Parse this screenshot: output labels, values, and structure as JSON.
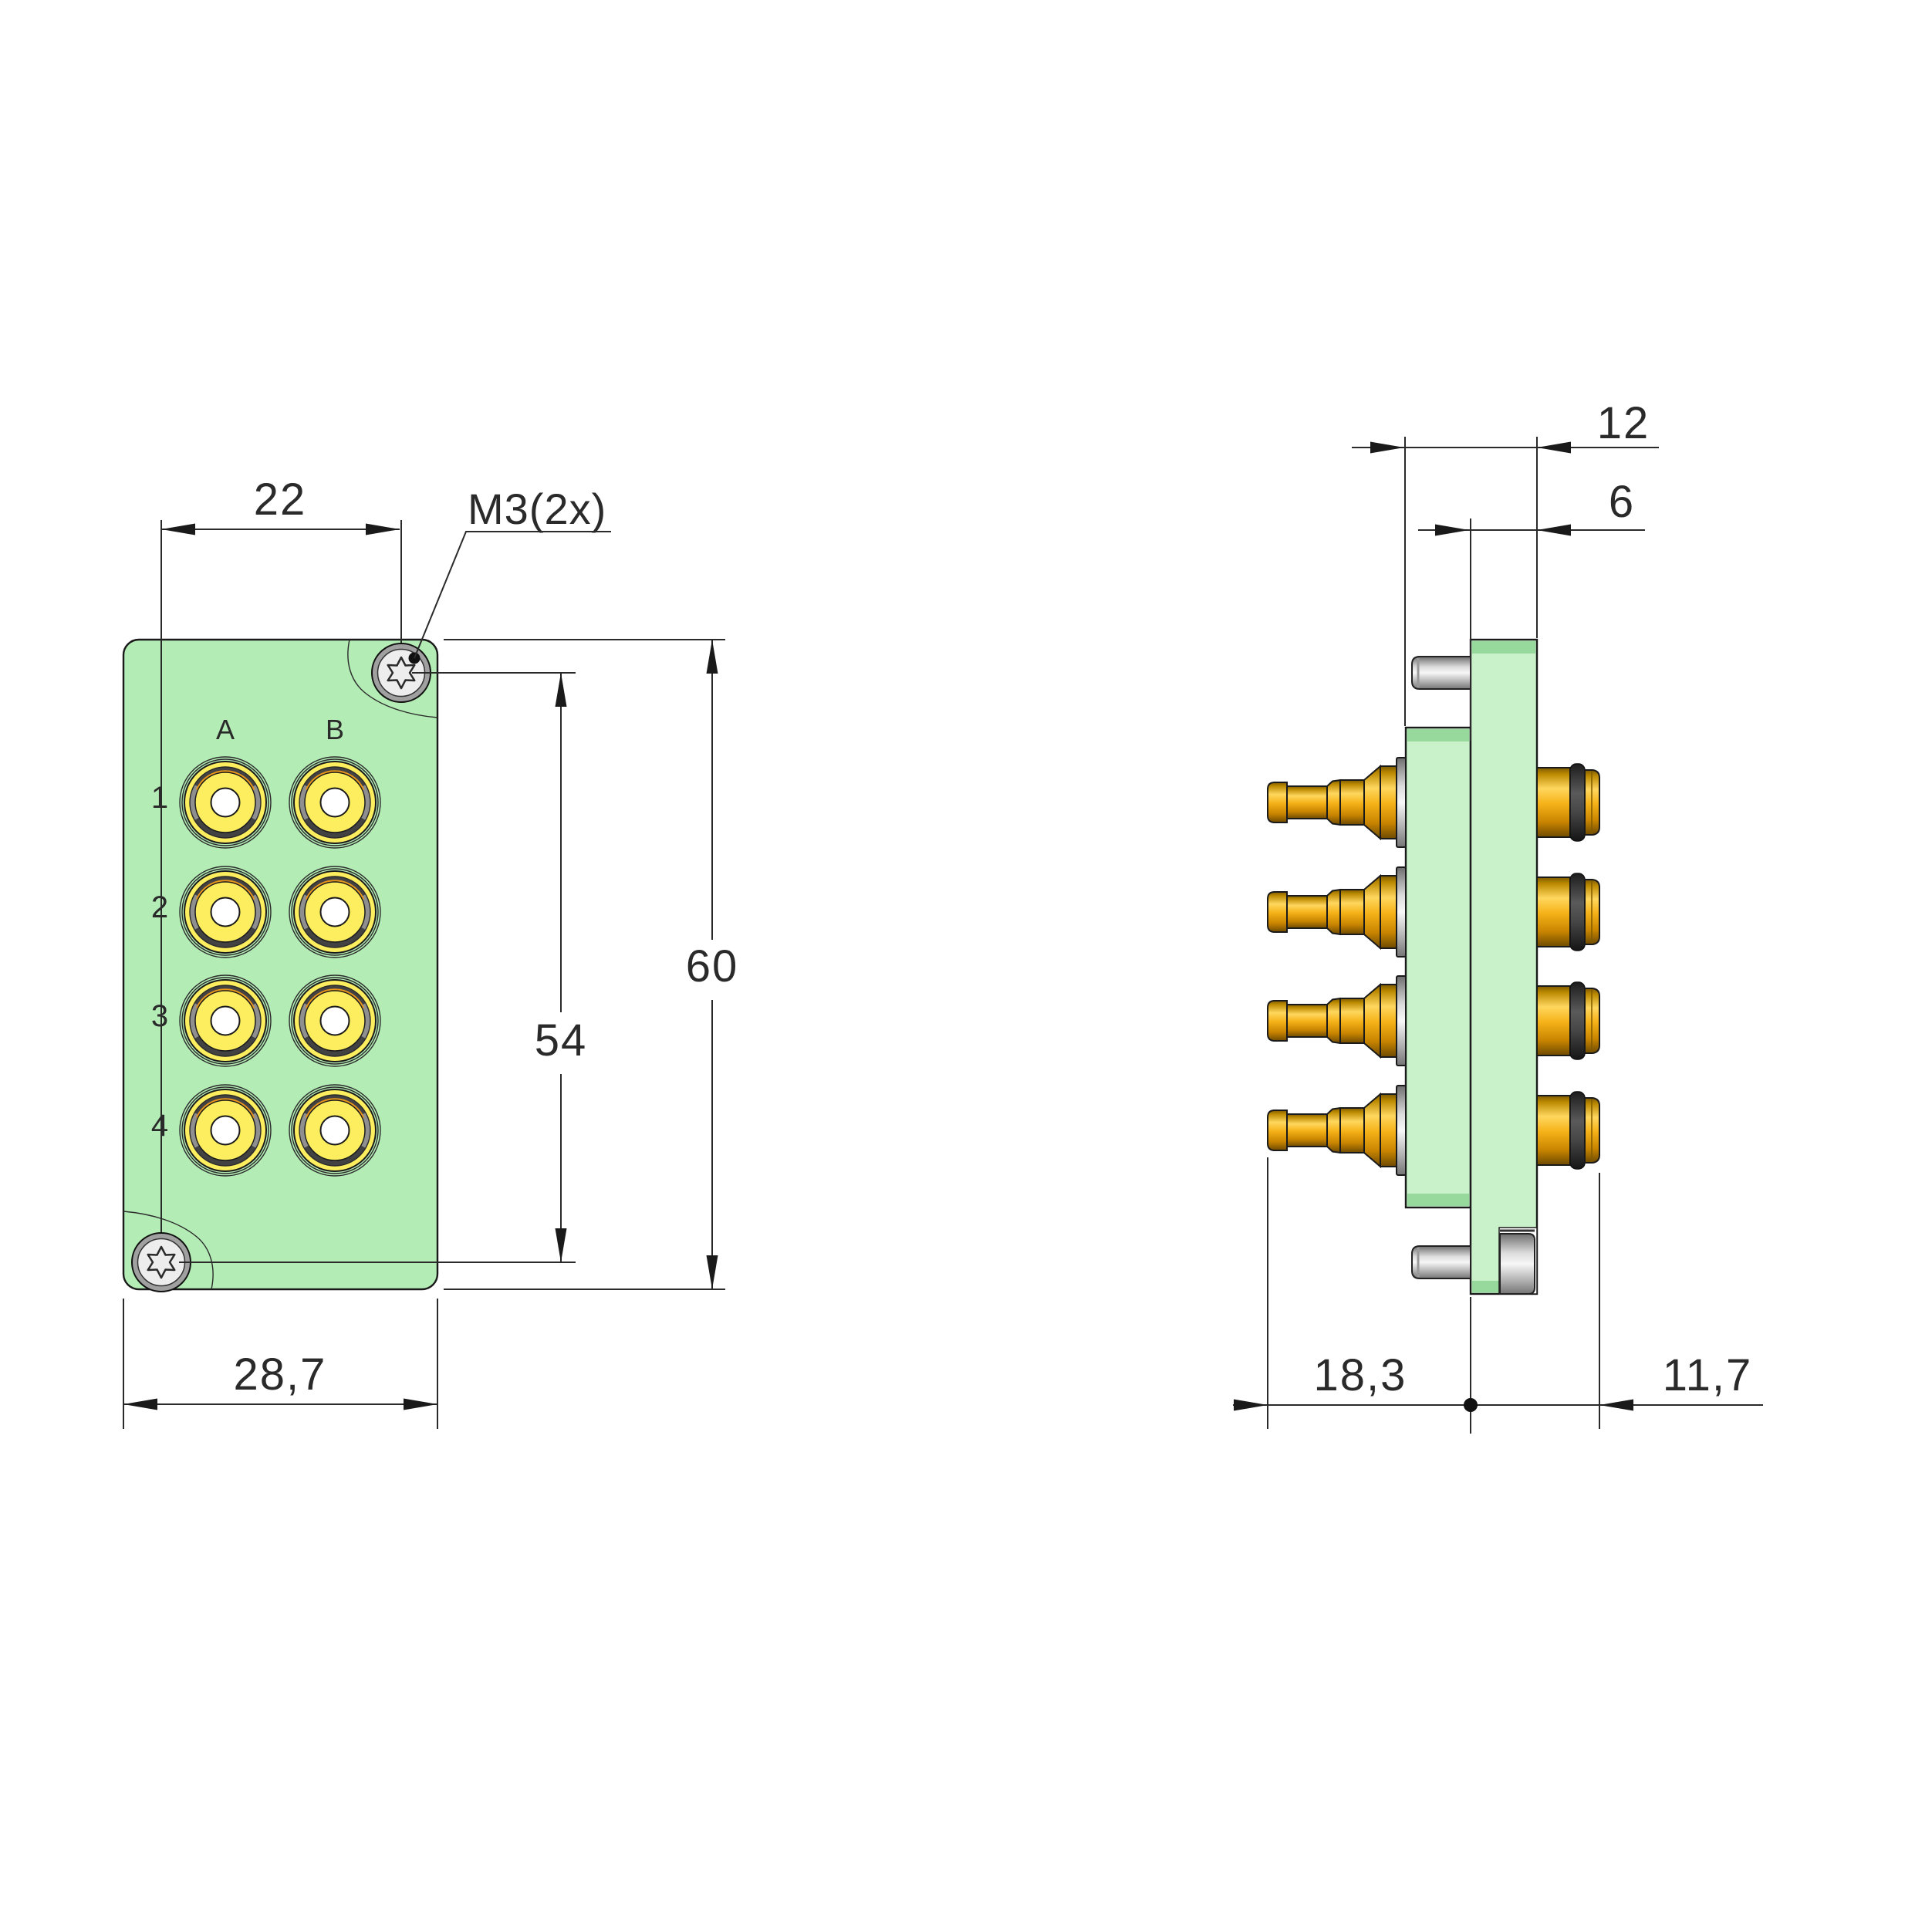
{
  "drawing": {
    "front_view": {
      "thread_callout": "M3(2x)",
      "column_labels": [
        "A",
        "B"
      ],
      "row_labels": [
        "1",
        "2",
        "3",
        "4"
      ]
    },
    "side_view": {},
    "dimensions": {
      "screw_spacing_horizontal": "22",
      "screw_spacing_vertical": "54",
      "panel_height": "60",
      "panel_width": "28,7",
      "total_depth": "12",
      "flange_thickness": "6",
      "rear_protrusion": "18,3",
      "front_protrusion": "11,7"
    },
    "colors": {
      "panel_green": "#b3ecb5",
      "body_green": "#c9f2cb",
      "bevel_green": "#97d89d",
      "connector_yellow": "#fcee5e",
      "accent_orange": "#e8951c",
      "gold": "#f5b218",
      "oring_dark": "#3a3a3a",
      "screw_gray": "#a0a0a0"
    }
  }
}
